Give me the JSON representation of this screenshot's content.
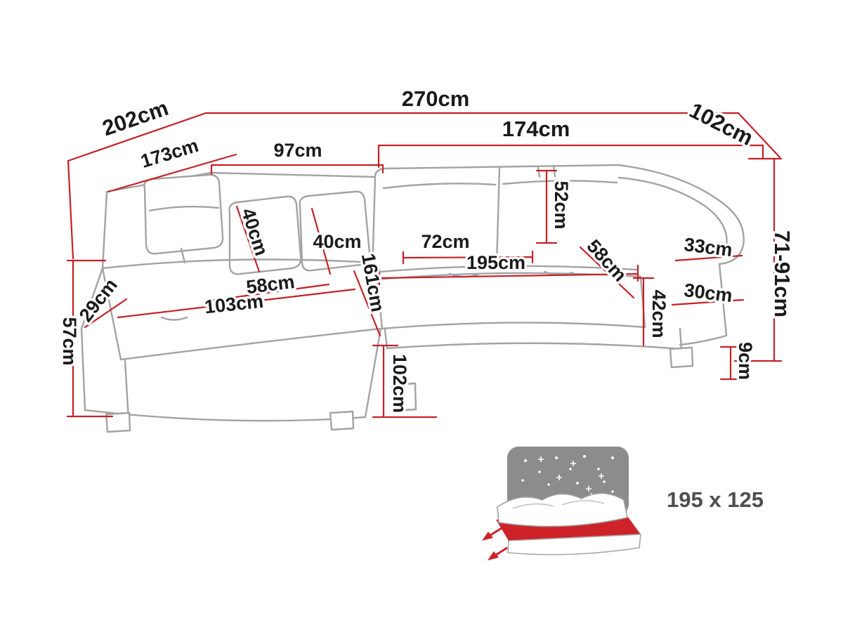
{
  "diagram": {
    "type": "furniture-dimension-diagram",
    "subject": "corner sofa bed with sleeping function",
    "colors": {
      "dimension_line": "#c42127",
      "sofa_outline": "#a3a3a3",
      "label_text": "#1a1a1a",
      "bed_icon_gray": "#8c8c8c",
      "bed_icon_red": "#cc2228",
      "bed_size_text": "#4e4e4e"
    },
    "labels": {
      "total_width": "270cm",
      "left_side_depth": "202cm",
      "right_side_depth": "102cm",
      "right_seat_width": "174cm",
      "back_section_width": "97cm",
      "chaise_inner_depth": "173cm",
      "backrest_height": "52cm",
      "pillow_left": "40cm",
      "pillow_right": "40cm",
      "seat_depth": "72cm",
      "armrest_diagonal": "58cm",
      "right_armrest_width": "33cm",
      "sleeping_length": "195cm",
      "chaise_seat_length": "161cm",
      "chaise_seat_strip": "58cm",
      "front_corner": "29cm",
      "chaise_width": "103cm",
      "right_armrest_depth": "30cm",
      "seat_height": "42cm",
      "left_front_height": "57cm",
      "chaise_front_height": "102cm",
      "leg_height": "9cm",
      "total_height": "71-91cm"
    },
    "sleeping_area": {
      "size": "195 x 125"
    }
  }
}
